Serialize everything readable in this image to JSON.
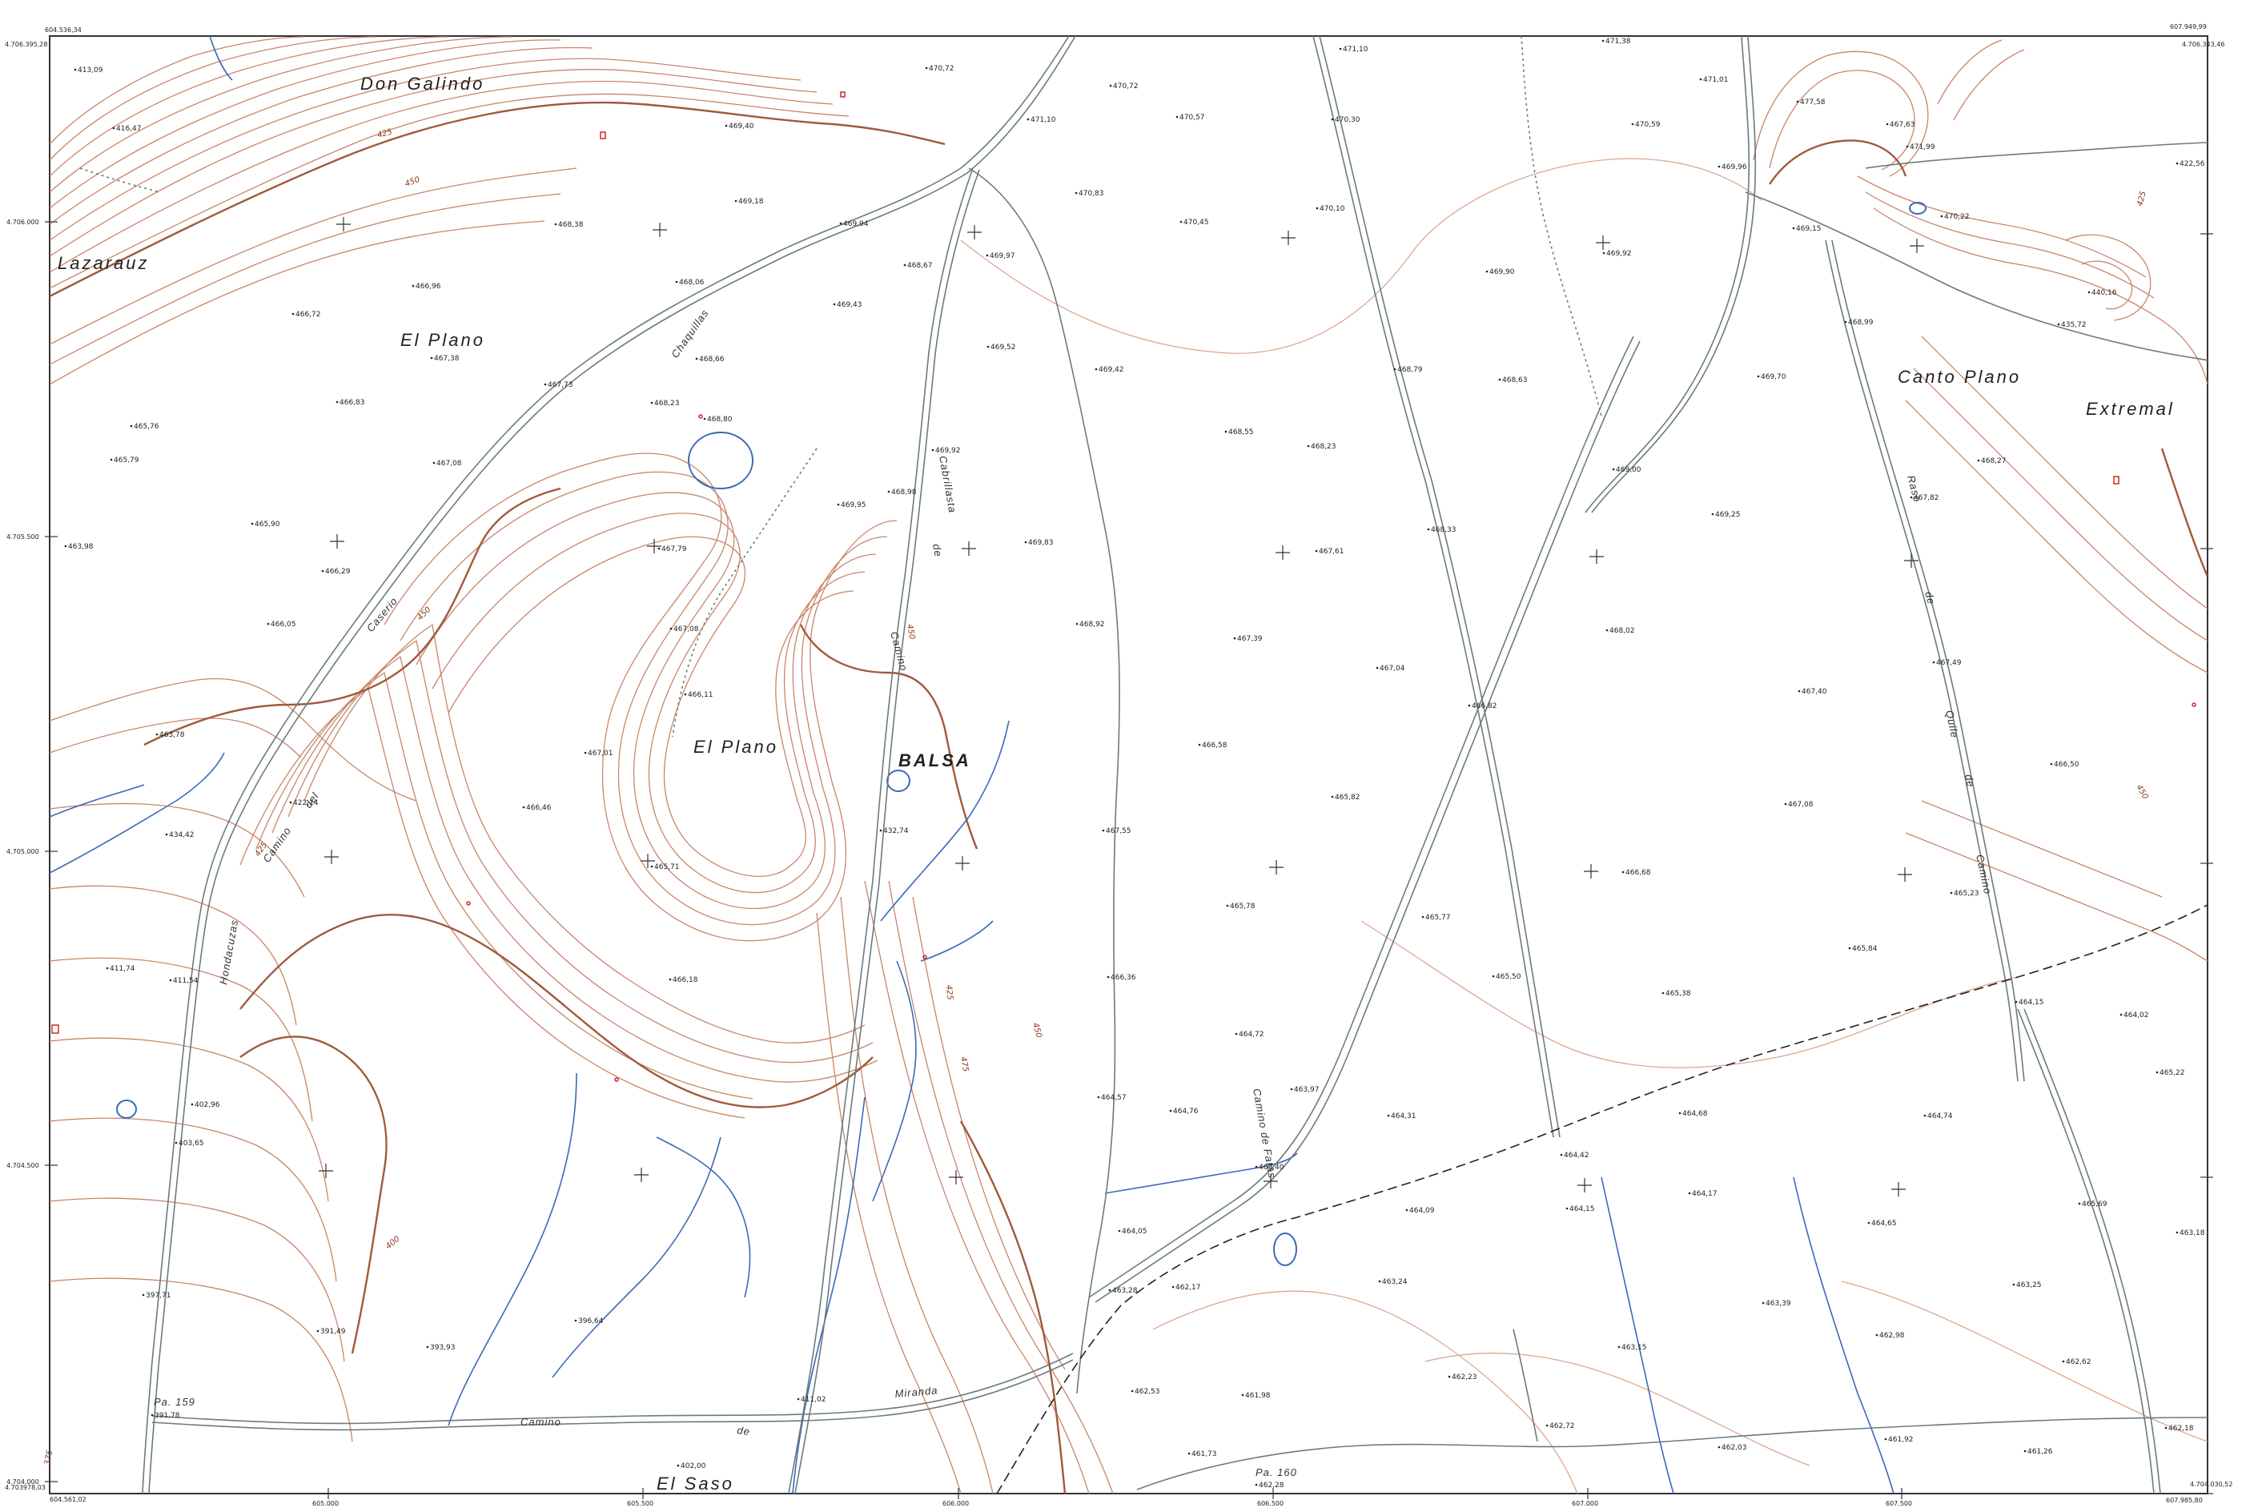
{
  "frame": {
    "corner_tl": "604.536,34",
    "corner_tl_y": "4.706.395,28",
    "corner_tr": "607.949,99",
    "corner_tr_y": "4.706.343,46",
    "corner_bl": "604.561,02",
    "corner_bl_y": "4.703978,03",
    "corner_br": "607.985,80",
    "corner_br_y": "4.704.030,52"
  },
  "grid": {
    "y_labels": [
      {
        "text": "4.706.000"
      },
      {
        "text": "4.705.500"
      },
      {
        "text": "4.705.000"
      },
      {
        "text": "4.704.500"
      },
      {
        "text": "4.704.000"
      }
    ],
    "x_labels": [
      {
        "text": "605.000"
      },
      {
        "text": "605.500"
      },
      {
        "text": "606.000"
      },
      {
        "text": "606.500"
      },
      {
        "text": "607.000"
      },
      {
        "text": "607.500"
      }
    ]
  },
  "place_names": [
    {
      "text": "Don Galindo"
    },
    {
      "text": "Lazarauz"
    },
    {
      "text": "El Plano"
    },
    {
      "text": "El Plano"
    },
    {
      "text": "Canto Plano"
    },
    {
      "text": "Extremal"
    },
    {
      "text": "El Saso"
    },
    {
      "text": "BALSA"
    }
  ],
  "road_labels": [
    {
      "text": "Camino"
    },
    {
      "text": "de"
    },
    {
      "text": "Miranda"
    },
    {
      "text": "Camino"
    },
    {
      "text": "de"
    },
    {
      "text": "Cabrillasta"
    },
    {
      "text": "Camino"
    },
    {
      "text": "del"
    },
    {
      "text": "Caserio"
    },
    {
      "text": "Camino de Fatas"
    },
    {
      "text": "Raso"
    },
    {
      "text": "de"
    },
    {
      "text": "Quile"
    },
    {
      "text": "de"
    },
    {
      "text": "Camino"
    },
    {
      "text": "Chaquillas"
    },
    {
      "text": "Hondacuzas"
    },
    {
      "text": "Pa. 159"
    },
    {
      "text": "Pa. 160"
    }
  ],
  "contour_labels": [
    {
      "text": "425"
    },
    {
      "text": "450"
    },
    {
      "text": "450"
    },
    {
      "text": "425"
    },
    {
      "text": "400"
    },
    {
      "text": "450"
    },
    {
      "text": "425"
    },
    {
      "text": "475"
    },
    {
      "text": "450"
    },
    {
      "text": "425"
    },
    {
      "text": "450"
    },
    {
      "text": "375"
    }
  ],
  "spot_heights": [
    {
      "text": "413,09"
    },
    {
      "text": "416,47"
    },
    {
      "text": "470,72"
    },
    {
      "text": "470,72"
    },
    {
      "text": "471,10"
    },
    {
      "text": "471,38"
    },
    {
      "text": "471,01"
    },
    {
      "text": "477,58"
    },
    {
      "text": "467,63"
    },
    {
      "text": "471,99"
    },
    {
      "text": "470,22"
    },
    {
      "text": "422,56"
    },
    {
      "text": "469,40"
    },
    {
      "text": "470,57"
    },
    {
      "text": "470,30"
    },
    {
      "text": "470,59"
    },
    {
      "text": "469,96"
    },
    {
      "text": "471,10"
    },
    {
      "text": "468,38"
    },
    {
      "text": "469,18"
    },
    {
      "text": "470,83"
    },
    {
      "text": "470,45"
    },
    {
      "text": "470,10"
    },
    {
      "text": "469,15"
    },
    {
      "text": "469,94"
    },
    {
      "text": "469,97"
    },
    {
      "text": "469,90"
    },
    {
      "text": "469,92"
    },
    {
      "text": "440,16"
    },
    {
      "text": "466,96"
    },
    {
      "text": "468,06"
    },
    {
      "text": "468,67"
    },
    {
      "text": "469,43"
    },
    {
      "text": "466,72"
    },
    {
      "text": "469,52"
    },
    {
      "text": "468,99"
    },
    {
      "text": "435,72"
    },
    {
      "text": "467,38"
    },
    {
      "text": "468,66"
    },
    {
      "text": "469,42"
    },
    {
      "text": "468,79"
    },
    {
      "text": "468,63"
    },
    {
      "text": "469,70"
    },
    {
      "text": "466,83"
    },
    {
      "text": "467,73"
    },
    {
      "text": "468,23"
    },
    {
      "text": "465,76"
    },
    {
      "text": "468,80"
    },
    {
      "text": "468,55"
    },
    {
      "text": "468,23"
    },
    {
      "text": "465,79"
    },
    {
      "text": "467,08"
    },
    {
      "text": "469,92"
    },
    {
      "text": "469,00"
    },
    {
      "text": "468,27"
    },
    {
      "text": "468,98"
    },
    {
      "text": "467,82"
    },
    {
      "text": "469,95"
    },
    {
      "text": "469,25"
    },
    {
      "text": "465,90"
    },
    {
      "text": "468,33"
    },
    {
      "text": "463,98"
    },
    {
      "text": "467,79"
    },
    {
      "text": "469,83"
    },
    {
      "text": "467,61"
    },
    {
      "text": "466,29"
    },
    {
      "text": "466,05"
    },
    {
      "text": "467,08"
    },
    {
      "text": "468,92"
    },
    {
      "text": "467,39"
    },
    {
      "text": "468,02"
    },
    {
      "text": "467,49"
    },
    {
      "text": "467,04"
    },
    {
      "text": "466,11"
    },
    {
      "text": "466,82"
    },
    {
      "text": "467,40"
    },
    {
      "text": "463,78"
    },
    {
      "text": "467,01"
    },
    {
      "text": "466,58"
    },
    {
      "text": "466,50"
    },
    {
      "text": "422,14"
    },
    {
      "text": "466,46"
    },
    {
      "text": "465,82"
    },
    {
      "text": "467,08"
    },
    {
      "text": "434,42"
    },
    {
      "text": "432,74"
    },
    {
      "text": "467,55"
    },
    {
      "text": "465,71"
    },
    {
      "text": "466,68"
    },
    {
      "text": "465,23"
    },
    {
      "text": "465,78"
    },
    {
      "text": "465,77"
    },
    {
      "text": "411,74"
    },
    {
      "text": "411,54"
    },
    {
      "text": "465,84"
    },
    {
      "text": "466,18"
    },
    {
      "text": "466,36"
    },
    {
      "text": "465,50"
    },
    {
      "text": "465,38"
    },
    {
      "text": "464,15"
    },
    {
      "text": "464,02"
    },
    {
      "text": "464,72"
    },
    {
      "text": "463,97"
    },
    {
      "text": "465,22"
    },
    {
      "text": "402,96"
    },
    {
      "text": "464,57"
    },
    {
      "text": "464,76"
    },
    {
      "text": "464,31"
    },
    {
      "text": "464,68"
    },
    {
      "text": "464,74"
    },
    {
      "text": "403,65"
    },
    {
      "text": "464,42"
    },
    {
      "text": "463,40"
    },
    {
      "text": "464,17"
    },
    {
      "text": "465,69"
    },
    {
      "text": "464,09"
    },
    {
      "text": "464,05"
    },
    {
      "text": "464,65"
    },
    {
      "text": "463,18"
    },
    {
      "text": "464,15"
    },
    {
      "text": "397,71"
    },
    {
      "text": "463,28"
    },
    {
      "text": "462,17"
    },
    {
      "text": "463,24"
    },
    {
      "text": "463,39"
    },
    {
      "text": "463,25"
    },
    {
      "text": "391,49"
    },
    {
      "text": "396,64"
    },
    {
      "text": "393,93"
    },
    {
      "text": "463,15"
    },
    {
      "text": "462,98"
    },
    {
      "text": "462,62"
    },
    {
      "text": "462,53"
    },
    {
      "text": "461,98"
    },
    {
      "text": "462,23"
    },
    {
      "text": "391,78"
    },
    {
      "text": "411,02"
    },
    {
      "text": "462,72"
    },
    {
      "text": "462,18"
    },
    {
      "text": "402,00"
    },
    {
      "text": "462,03"
    },
    {
      "text": "461,92"
    },
    {
      "text": "461,26"
    },
    {
      "text": "461,73"
    },
    {
      "text": "462,28"
    }
  ]
}
